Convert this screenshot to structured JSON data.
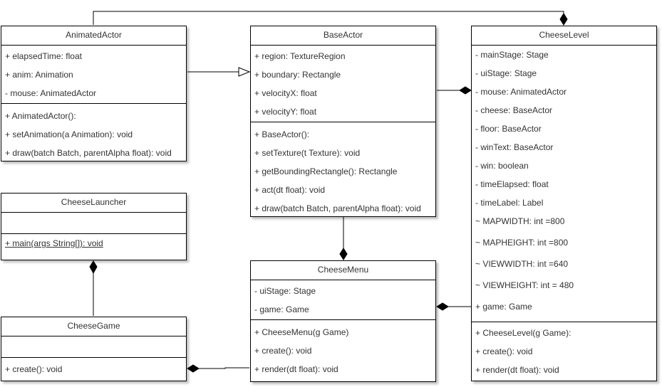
{
  "classes": {
    "animated_actor": {
      "name": "AnimatedActor",
      "attributes": [
        "+ elapsedTime: float",
        "+ anim: Animation",
        "- mouse: AnimatedActor"
      ],
      "methods": [
        "+ AnimatedActor():",
        "+ setAnimation(a Animation): void",
        "+ draw(batch Batch, parentAlpha float): void"
      ]
    },
    "base_actor": {
      "name": "BaseActor",
      "attributes": [
        "+ region: TextureRegion",
        "+ boundary: Rectangle",
        "+ velocityX: float",
        "+ velocityY: float"
      ],
      "methods": [
        "+ BaseActor():",
        "+ setTexture(t Texture): void",
        "+ getBoundingRectangle(): Rectangle",
        "+ act(dt float): void",
        "+ draw(batch Batch, parentAlpha float): void"
      ]
    },
    "cheese_level": {
      "name": "CheeseLevel",
      "attributes": [
        "- mainStage: Stage",
        "- uiStage: Stage",
        "- mouse: AnimatedActor",
        "- cheese: BaseActor",
        "- floor: BaseActor",
        "- winText: BaseActor",
        "- win: boolean",
        "- timeElapsed: float",
        "- timeLabel: Label",
        "~ MAPWIDTH: int =800",
        "~ MAPHEIGHT: int =800",
        "~ VIEWWIDTH: int =640",
        "~ VIEWHEIGHT: int = 480",
        "+ game: Game"
      ],
      "methods": [
        "+ CheeseLevel(g Game):",
        "+ create(): void",
        "+ render(dt float): void"
      ]
    },
    "cheese_launcher": {
      "name": "CheeseLauncher",
      "attributes": [],
      "methods": [
        "+ main(args String[]): void"
      ]
    },
    "cheese_menu": {
      "name": "CheeseMenu",
      "attributes": [
        "- uiStage: Stage",
        "- game: Game"
      ],
      "methods": [
        "+ CheeseMenu(g Game)",
        "+ create(): void",
        "+ render(dt float): void"
      ]
    },
    "cheese_game": {
      "name": "CheeseGame",
      "attributes": [],
      "methods": [
        "+ create(): void"
      ]
    }
  }
}
